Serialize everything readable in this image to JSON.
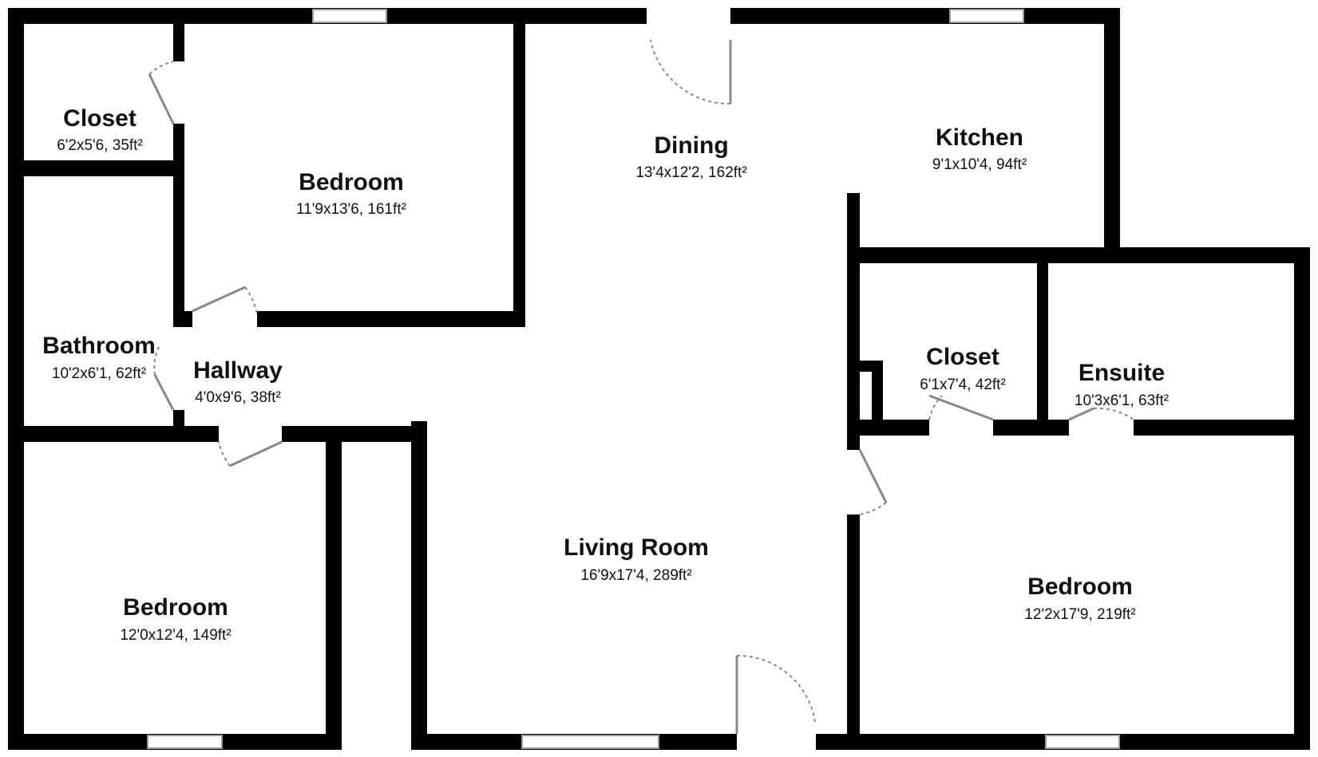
{
  "floorplan": {
    "wall_color": "#000000",
    "rooms": [
      {
        "id": "closet-nw",
        "name": "Closet",
        "dims": "6'2x5'6, 35ft²"
      },
      {
        "id": "bedroom-north",
        "name": "Bedroom",
        "dims": "11'9x13'6, 161ft²"
      },
      {
        "id": "dining",
        "name": "Dining",
        "dims": "13'4x12'2, 162ft²"
      },
      {
        "id": "kitchen",
        "name": "Kitchen",
        "dims": "9'1x10'4, 94ft²"
      },
      {
        "id": "bathroom",
        "name": "Bathroom",
        "dims": "10'2x6'1, 62ft²"
      },
      {
        "id": "hallway",
        "name": "Hallway",
        "dims": "4'0x9'6, 38ft²"
      },
      {
        "id": "closet-east",
        "name": "Closet",
        "dims": "6'1x7'4, 42ft²"
      },
      {
        "id": "ensuite",
        "name": "Ensuite",
        "dims": "10'3x6'1, 63ft²"
      },
      {
        "id": "living-room",
        "name": "Living Room",
        "dims": "16'9x17'4, 289ft²"
      },
      {
        "id": "bedroom-southwest",
        "name": "Bedroom",
        "dims": "12'0x12'4, 149ft²"
      },
      {
        "id": "bedroom-east",
        "name": "Bedroom",
        "dims": "12'2x17'9, 219ft²"
      }
    ]
  }
}
